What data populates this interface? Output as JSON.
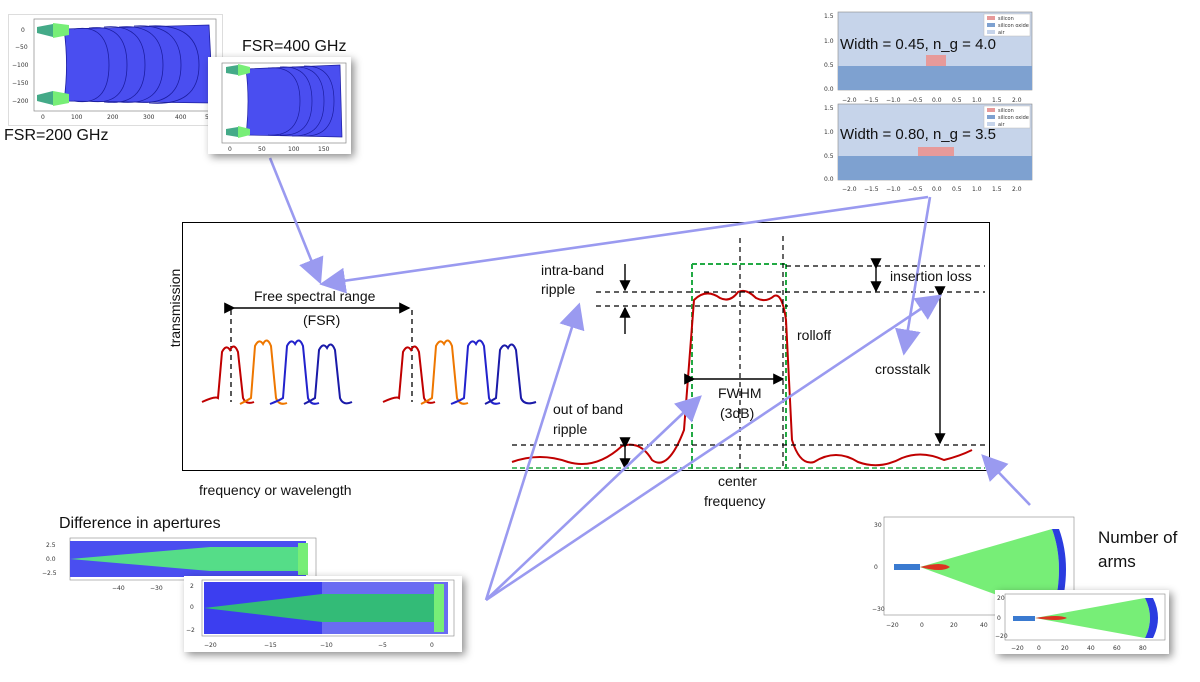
{
  "fsr_200": {
    "label": "FSR=200 GHz"
  },
  "fsr_400": {
    "label": "FSR=400 GHz"
  },
  "mode_plots": {
    "top": {
      "annotation": "Width = 0.45, n_g = 4.0",
      "legend": [
        "silicon",
        "silicon oxide",
        "air"
      ]
    },
    "bottom": {
      "annotation": "Width = 0.80, n_g = 3.5",
      "legend": [
        "silicon",
        "silicon oxide",
        "air"
      ]
    }
  },
  "main_diagram": {
    "y_axis_label": "transmission",
    "x_axis_label": "frequency or wavelength",
    "fsr_label_line1": "Free spectral range",
    "fsr_label_line2": "(FSR)",
    "intra_band_ripple": [
      "intra-band",
      "ripple"
    ],
    "insertion_loss": "insertion loss",
    "rolloff": "rolloff",
    "crosstalk": "crosstalk",
    "fwhm": [
      "FWHM",
      "(3dB)"
    ],
    "out_of_band_ripple": [
      "out of band",
      "ripple"
    ],
    "center_frequency": [
      "center",
      "frequency"
    ]
  },
  "apertures": {
    "title": "Difference in apertures"
  },
  "arms": {
    "title": [
      "Number of",
      "arms"
    ]
  },
  "colors": {
    "arrow": "#9999ee",
    "spectrum_red": "#c00000",
    "spectrum_orange": "#ee7700",
    "spectrum_blue": "#2222cc",
    "filter_green": "#22aa44",
    "device_blue": "#4a4ef0",
    "device_green": "#77ee77"
  }
}
